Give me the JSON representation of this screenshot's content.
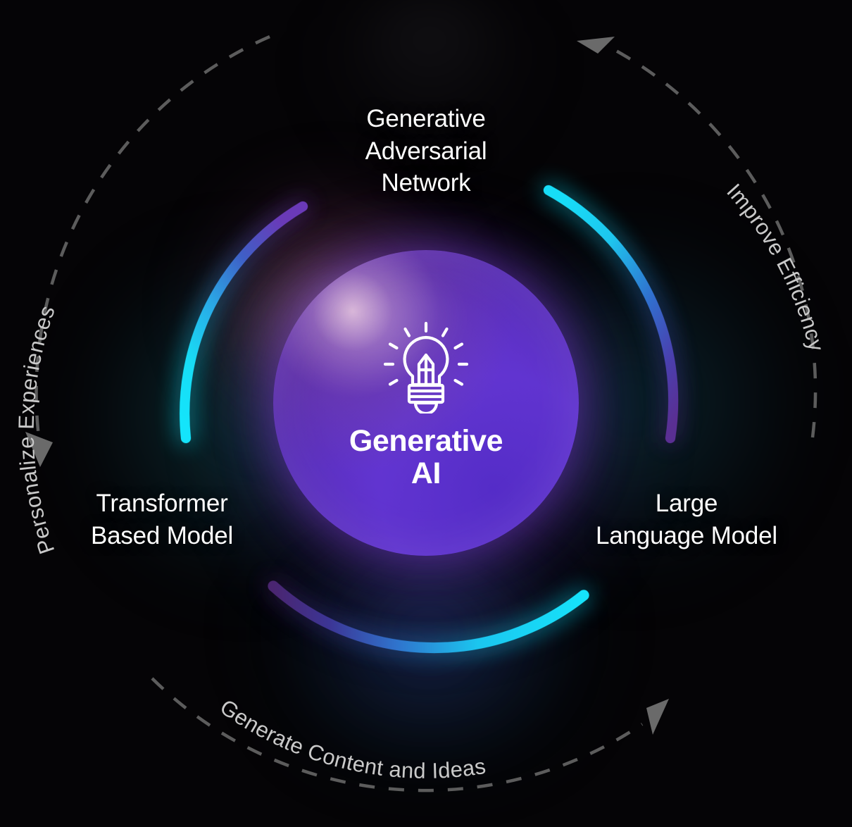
{
  "diagram": {
    "title": "Generative AI",
    "center": {
      "icon": "lightbulb-pencil-icon",
      "label": "Generative\nAI"
    },
    "nodes": [
      {
        "id": "gan",
        "label": "Generative\nAdversarial\nNetwork",
        "position": "top"
      },
      {
        "id": "llm",
        "label": "Large\nLanguage Model",
        "position": "right"
      },
      {
        "id": "tbm",
        "label": "Transformer\nBased Model",
        "position": "left"
      }
    ],
    "ring_labels": [
      {
        "id": "personalize",
        "label": "Personalize Experiences",
        "position": "left-arc"
      },
      {
        "id": "improve",
        "label": "Improve Efficiency",
        "position": "right-arc"
      },
      {
        "id": "generate",
        "label": "Generate Content and Ideas",
        "position": "bottom-arc"
      }
    ],
    "colors": {
      "background": "#050406",
      "orb_violet": "#6434c0",
      "orb_highlight": "#deb9d6",
      "accent_cyan": "#18dcf5",
      "accent_blue": "#2f6fd0",
      "accent_purple": "#6a3ab8",
      "node_text": "#ffffff",
      "ring_text": "#c9c9c9",
      "dash_stroke": "#5a5a5a"
    }
  }
}
